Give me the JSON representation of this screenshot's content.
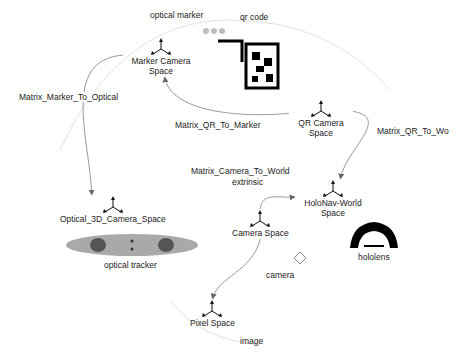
{
  "diagram": {
    "nodes": [
      {
        "text": [
          "Marker Camera Space"
        ]
      },
      {
        "text": [
          "QR Camera Space"
        ]
      },
      {
        "text": [
          "Optical_3D_Camera_Space"
        ]
      },
      {
        "text": [
          "HoloNav-World Space"
        ]
      },
      {
        "text": [
          "Camera Space"
        ]
      },
      {
        "text": [
          "Pixel Space"
        ]
      }
    ],
    "edges": [
      {
        "from": 0,
        "to": 2,
        "arrow": "to",
        "label": "Matrix_Marker_To_Optical"
      },
      {
        "from": 1,
        "to": 0,
        "arrow": "to",
        "label": "Matrix_QR_To_Marker"
      },
      {
        "from": 1,
        "to": 3,
        "arrow": "to",
        "label": "Matrix_QR_To_Wo"
      },
      {
        "from": 4,
        "to": 3,
        "arrow": "to",
        "label": "Matrix_Camera_To_World"
      },
      {
        "from": 4,
        "to": 5,
        "arrow": "to"
      }
    ],
    "labels": [
      "optical marker",
      "qr code",
      "extrinsic",
      "optical tracker",
      "hololens",
      "camera",
      "image"
    ]
  }
}
